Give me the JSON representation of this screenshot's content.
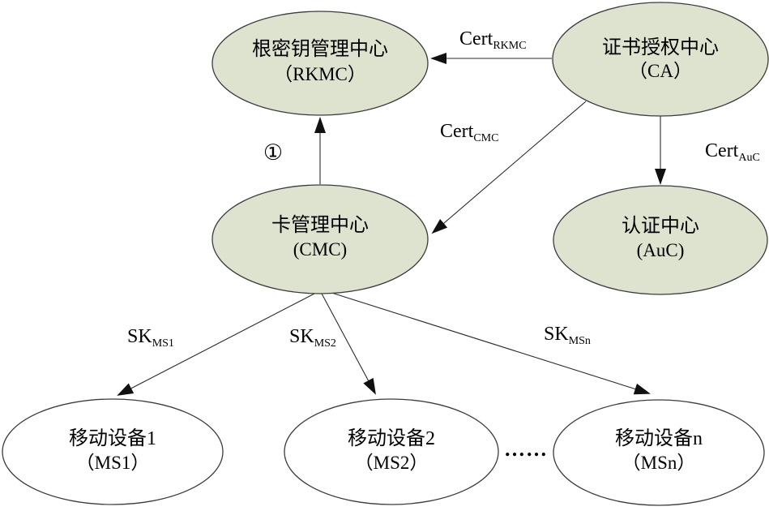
{
  "diagram": {
    "nodes": {
      "rkmc": {
        "line1": "根密钥管理中心",
        "line2": "（RKMC）"
      },
      "ca": {
        "line1": "证书授权中心",
        "line2": "（CA）"
      },
      "cmc": {
        "line1": "卡管理中心",
        "line2": "(CMC)"
      },
      "auc": {
        "line1": "认证中心",
        "line2": "(AuC)"
      },
      "ms1": {
        "line1": "移动设备1",
        "line2": "（MS1）"
      },
      "ms2": {
        "line1": "移动设备2",
        "line2": "（MS2）"
      },
      "msn": {
        "line1": "移动设备n",
        "line2": "（MSn）"
      }
    },
    "edge_labels": {
      "cert_rkmc": {
        "main": "Cert",
        "sub": "RKMC"
      },
      "cert_cmc": {
        "main": "Cert",
        "sub": "CMC"
      },
      "cert_auc": {
        "main": "Cert",
        "sub": "AuC"
      },
      "sk_ms1": {
        "main": "SK",
        "sub": "MS1"
      },
      "sk_ms2": {
        "main": "SK",
        "sub": "MS2"
      },
      "sk_msn": {
        "main": "SK",
        "sub": "MSn"
      }
    },
    "step_marker": "①",
    "ellipsis": "……",
    "colors": {
      "center_fill": "#dee3d0",
      "device_fill": "#ffffff",
      "stroke": "#3c3c3c",
      "arrow": "#111111"
    }
  }
}
